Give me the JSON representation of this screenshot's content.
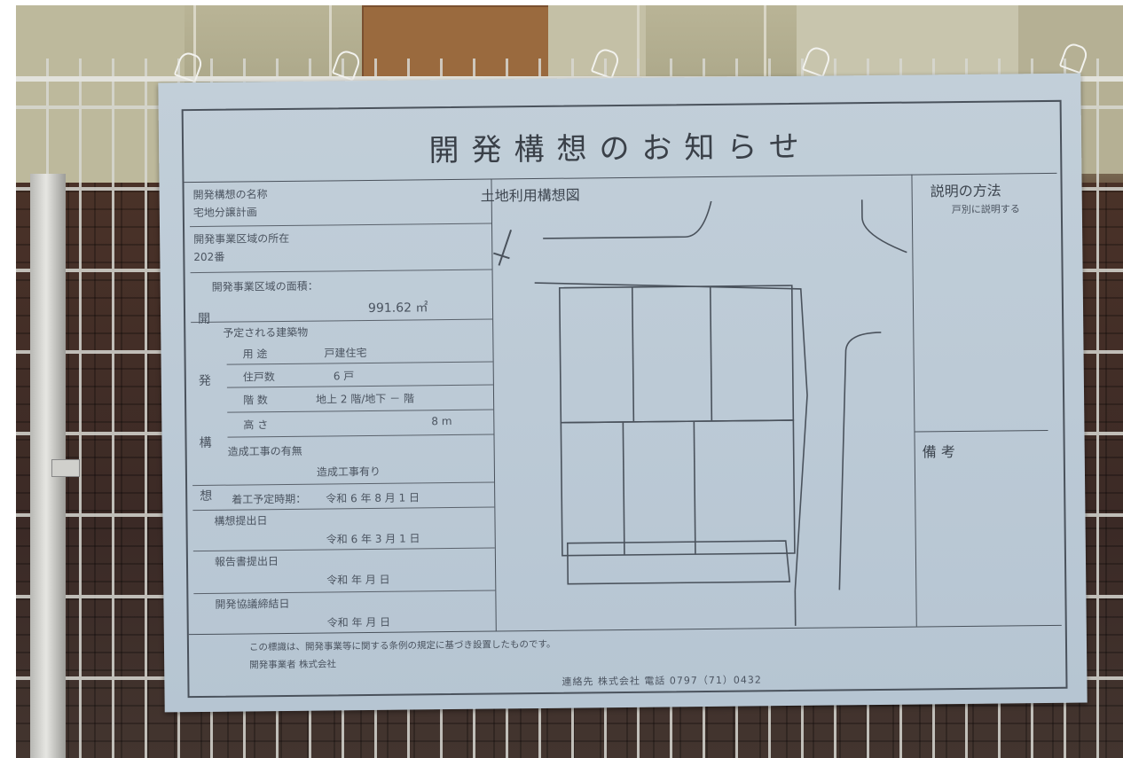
{
  "sign": {
    "title": "開発構想のお知らせ",
    "project_name_label": "開発構想の名称",
    "project_name_value": "宅地分譲計画",
    "location_label": "開発事業区域の所在",
    "location_value": "202番",
    "area_label": "開発事業区域の面積：",
    "area_value": "991.62 ㎡",
    "building_label": "予定される建築物",
    "use_label": "用 途",
    "use_value": "戸建住宅",
    "units_label": "住戸数",
    "units_value": "6 戸",
    "floors_label": "階 数",
    "floors_value": "地上 2 階/地下 － 階",
    "height_label": "高 さ",
    "height_value": "8 m",
    "grading_label": "造成工事の有無",
    "grading_value": "造成工事有り",
    "start_label": "着工予定時期：",
    "start_value": "令和 6 年 8 月 1 日",
    "plan_label": "構想提出日",
    "plan_value": "令和 6 年 3 月 1 日",
    "report_label": "報告書提出日",
    "report_value": "令和 年 月 日",
    "hearing_label": "開発協議締結日",
    "hearing_value": "令和 年 月 日",
    "vertical_chars": [
      "開",
      "発",
      "構",
      "想"
    ],
    "map_title": "土地利用構想図",
    "method_title": "説明の方法",
    "method_value": "戸別に説明する",
    "remarks_title": "備 考",
    "footer_note": "この標識は、開発事業等に関する条例の規定に基づき設置したものです。",
    "footer_parties": "開発事業者 株式会社",
    "footer_contact": "連絡先 株式会社 電話 0797（71）0432"
  }
}
